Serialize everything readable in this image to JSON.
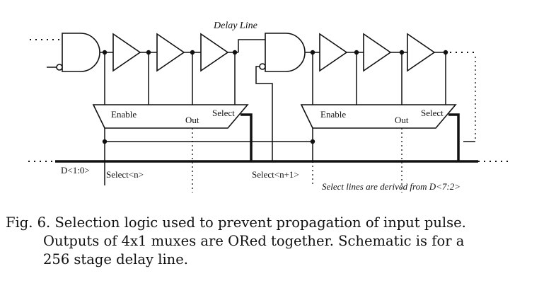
{
  "diagram": {
    "title": "Delay Line",
    "mux_left": {
      "enable": "Enable",
      "out": "Out",
      "select": "Select"
    },
    "mux_right": {
      "enable": "Enable",
      "out": "Out",
      "select": "Select"
    },
    "bus_label": "D<1:0>",
    "select_n": "Select<n>",
    "select_n1": "Select<n+1>",
    "note": "Select lines are derived from D<7:2>"
  },
  "caption": {
    "line1": "Fig. 6.  Selection logic used to prevent propagation of input pulse.",
    "line2": "Outputs of 4x1 muxes are ORed together. Schematic is for a",
    "line3": "256 stage delay line."
  }
}
